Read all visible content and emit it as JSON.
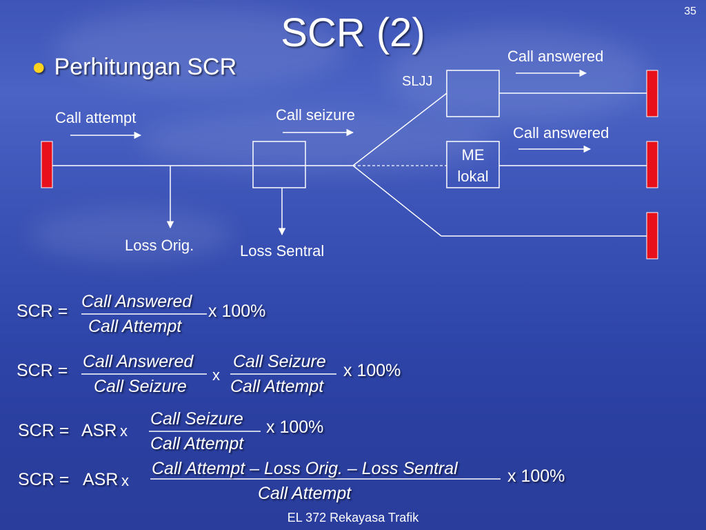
{
  "slide": {
    "title": "SCR (2)",
    "page_number": "35",
    "bullet": "Perhitungan SCR",
    "footer": "EL 372 Rekayasa Trafik"
  },
  "diagram": {
    "call_attempt": "Call attempt",
    "call_seizure": "Call seizure",
    "call_answered_top": "Call answered",
    "call_answered_mid": "Call answered",
    "sljj": "SLJJ",
    "me_line1": "ME",
    "me_line2": "lokal",
    "loss_orig": "Loss Orig.",
    "loss_sentral": "Loss Sentral"
  },
  "formulas": {
    "f1": {
      "lhs": "SCR =",
      "num": "Call Answered",
      "den": "Call Attempt",
      "tail": "x 100%"
    },
    "f2": {
      "lhs": "SCR =",
      "num1": "Call Answered",
      "den1": "Call Seizure",
      "mid": "x",
      "num2": "Call Seizure",
      "den2": "Call Attempt",
      "tail": "x 100%"
    },
    "f3": {
      "lhs": "SCR =",
      "asr": "ASR",
      "x": "x",
      "num": "Call  Seizure",
      "den": "Call Attempt",
      "tail": "x 100%"
    },
    "f4": {
      "lhs": "SCR =",
      "asr": "ASR",
      "x": "x",
      "num": "Call  Attempt – Loss Orig. – Loss Sentral",
      "den": "Call Attempt",
      "tail": "x 100%"
    }
  },
  "colors": {
    "endpoint": "#e8101a",
    "highlight_bullet": "#ffd21e"
  }
}
